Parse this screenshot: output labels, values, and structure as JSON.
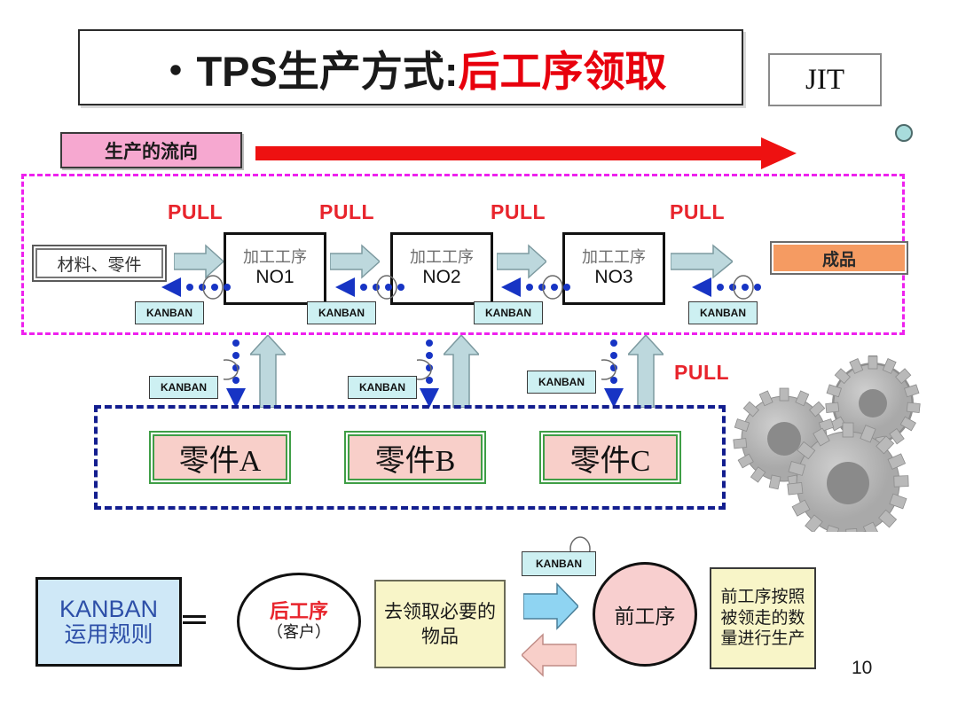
{
  "title": {
    "prefix": "・",
    "black_part": "TPS生产方式:",
    "red_part": "后工序领取",
    "jit_label": "JIT"
  },
  "flow": {
    "direction_label": "生产的流向",
    "arrow_color": "#ee1111"
  },
  "upper_region": {
    "border_color": "#ee21ee",
    "pull_labels": [
      "PULL",
      "PULL",
      "PULL",
      "PULL"
    ],
    "material_box": "材料、零件",
    "process_boxes": [
      {
        "line1": "加工工序",
        "line2": "NO1"
      },
      {
        "line1": "加工工序",
        "line2": "NO2"
      },
      {
        "line1": "加工工序",
        "line2": "NO3"
      }
    ],
    "finished_box": "成品",
    "kanban_tags": [
      "KANBAN",
      "KANBAN",
      "KANBAN",
      "KANBAN"
    ]
  },
  "middle": {
    "kanban_tags": [
      "KANBAN",
      "KANBAN",
      "KANBAN"
    ],
    "pull_label": "PULL"
  },
  "parts_region": {
    "border_color": "#131e8f",
    "parts": [
      "零件A",
      "零件B",
      "零件C"
    ]
  },
  "bottom": {
    "rule_box": {
      "line1": "KANBAN",
      "line2": "运用规则"
    },
    "after_process": {
      "line1": "后工序",
      "line2": "（客户）"
    },
    "pickup_text": "去领取必要的物品",
    "kanban_tag": "KANBAN",
    "before_process": "前工序",
    "produce_text": "前工序按照被领走的数量进行生产"
  },
  "page_number": "10",
  "decor": {
    "gears_icon": "gears-illustration",
    "teal_dot": "teal-dot"
  }
}
